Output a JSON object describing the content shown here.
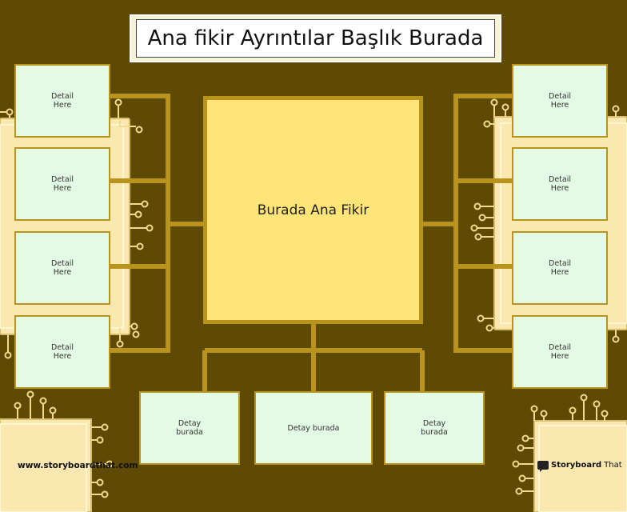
{
  "title": "Ana fikir Ayrıntılar Başlık Burada",
  "main_idea": "Burada Ana Fikir",
  "left_details": [
    "Detail\nHere",
    "Detail\nHere",
    "Detail\nHere",
    "Detail\nHere"
  ],
  "right_details": [
    "Detail\nHere",
    "Detail\nHere",
    "Detail\nHere",
    "Detail\nHere"
  ],
  "bottom_details": [
    "Detay\nburada",
    "Detay burada",
    "Detay\nburada"
  ],
  "footer": {
    "website": "www.storyboardthat.com",
    "brand_bold": "Storyboard",
    "brand_rest": "That"
  },
  "colors": {
    "background": "#5e4a03",
    "connector": "#b8941c",
    "main_fill": "#ffe477",
    "detail_fill": "#e3fbe5",
    "panel_fill": "#fbe7b0"
  }
}
